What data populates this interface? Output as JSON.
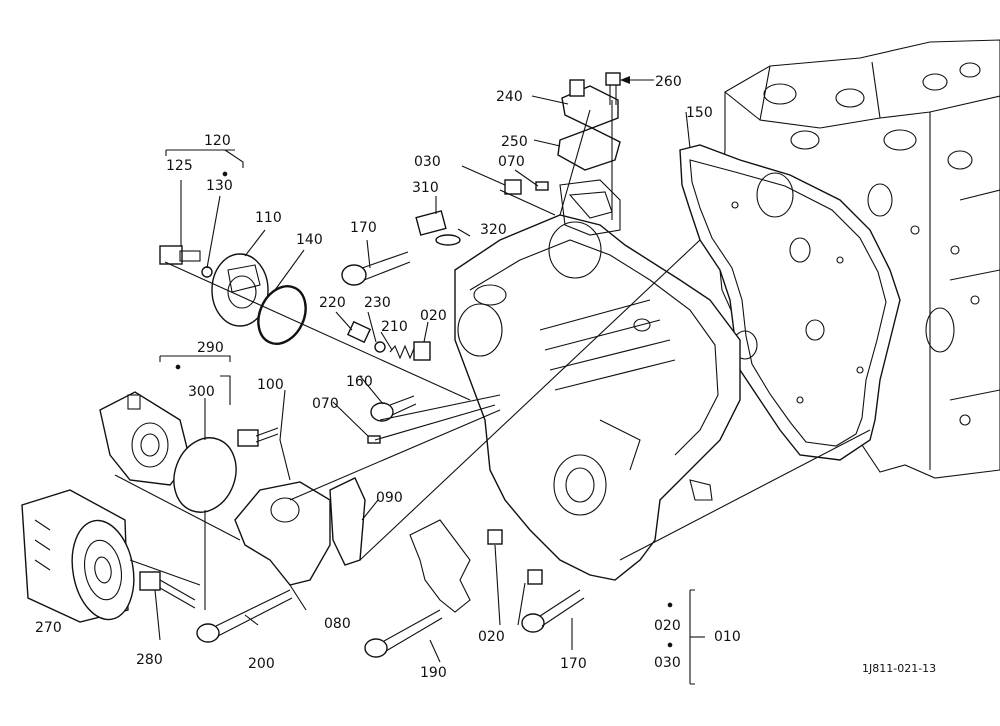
{
  "drawing_code": "1J811-021-13",
  "callouts": [
    {
      "id": "label-120",
      "text": "120"
    },
    {
      "id": "label-125",
      "text": "125"
    },
    {
      "id": "label-130",
      "text": "130"
    },
    {
      "id": "label-110",
      "text": "110"
    },
    {
      "id": "label-140",
      "text": "140"
    },
    {
      "id": "label-170-top",
      "text": "170"
    },
    {
      "id": "label-030-top",
      "text": "030"
    },
    {
      "id": "label-070-top",
      "text": "070"
    },
    {
      "id": "label-240",
      "text": "240"
    },
    {
      "id": "label-250",
      "text": "250"
    },
    {
      "id": "label-260",
      "text": "260"
    },
    {
      "id": "label-150",
      "text": "150"
    },
    {
      "id": "label-310",
      "text": "310"
    },
    {
      "id": "label-320",
      "text": "320"
    },
    {
      "id": "label-220",
      "text": "220"
    },
    {
      "id": "label-230",
      "text": "230"
    },
    {
      "id": "label-210",
      "text": "210"
    },
    {
      "id": "label-020-mid",
      "text": "020"
    },
    {
      "id": "label-290",
      "text": "290"
    },
    {
      "id": "label-300",
      "text": "300"
    },
    {
      "id": "label-100",
      "text": "100"
    },
    {
      "id": "label-160",
      "text": "160"
    },
    {
      "id": "label-070-mid",
      "text": "070"
    },
    {
      "id": "label-090",
      "text": "090"
    },
    {
      "id": "label-270",
      "text": "270"
    },
    {
      "id": "label-280",
      "text": "280"
    },
    {
      "id": "label-200",
      "text": "200"
    },
    {
      "id": "label-080",
      "text": "080"
    },
    {
      "id": "label-190",
      "text": "190"
    },
    {
      "id": "label-020-low",
      "text": "020"
    },
    {
      "id": "label-170-low",
      "text": "170"
    },
    {
      "id": "label-020-right",
      "text": "020"
    },
    {
      "id": "label-010",
      "text": "010"
    },
    {
      "id": "label-030-right",
      "text": "030"
    }
  ]
}
